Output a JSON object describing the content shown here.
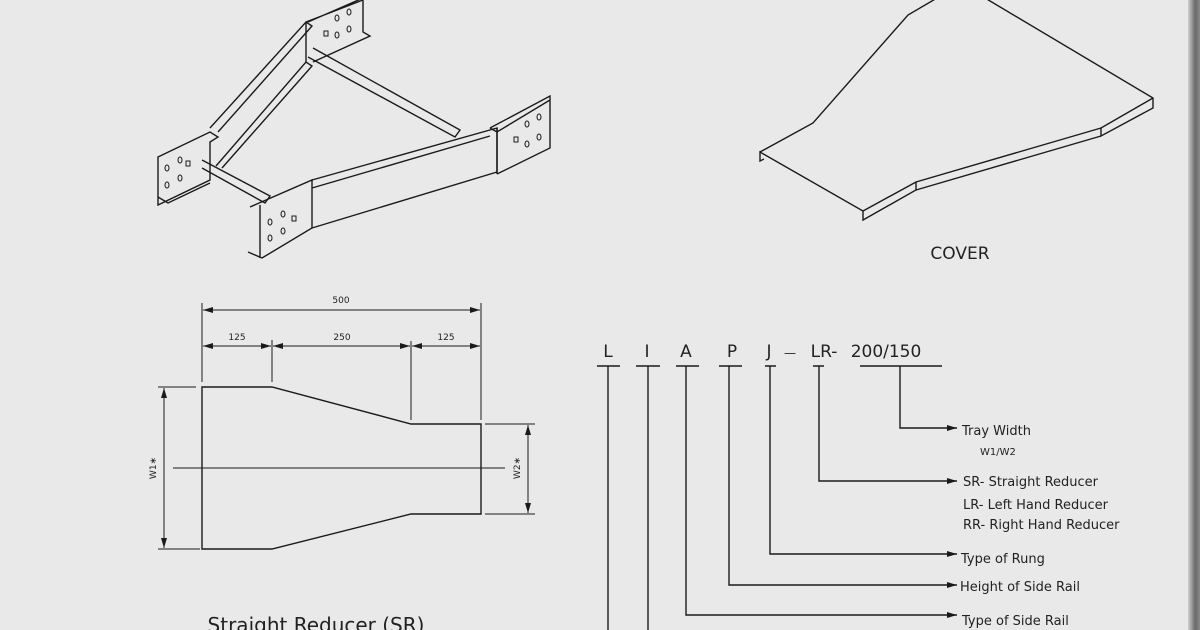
{
  "drawings": {
    "ladder_isometric": {
      "icon": "ladder-tray-reducer-isometric"
    },
    "cover": {
      "icon": "cover-isometric",
      "label": "COVER"
    },
    "straight_reducer": {
      "title": "Straight Reducer (SR)",
      "dims": {
        "overall": "500",
        "left": "125",
        "middle": "250",
        "right": "125",
        "w1": "W1∗",
        "w2": "W2∗"
      }
    }
  },
  "code": {
    "parts": [
      "L",
      "I",
      "A",
      "P",
      "J",
      "—",
      "LR-",
      "200/150"
    ],
    "labels": {
      "tray_width": "Tray Width",
      "tray_width_sub": "W1/W2",
      "sr": "SR- Straight Reducer",
      "lr": "LR- Left Hand Reducer",
      "rr": "RR- Right Hand Reducer",
      "rung": "Type of Rung",
      "height": "Height of Side Rail",
      "side_rail": "Type of Side Rail"
    }
  },
  "colors": {
    "background": "#e9e9e9",
    "ink": "#1a1a1a"
  }
}
